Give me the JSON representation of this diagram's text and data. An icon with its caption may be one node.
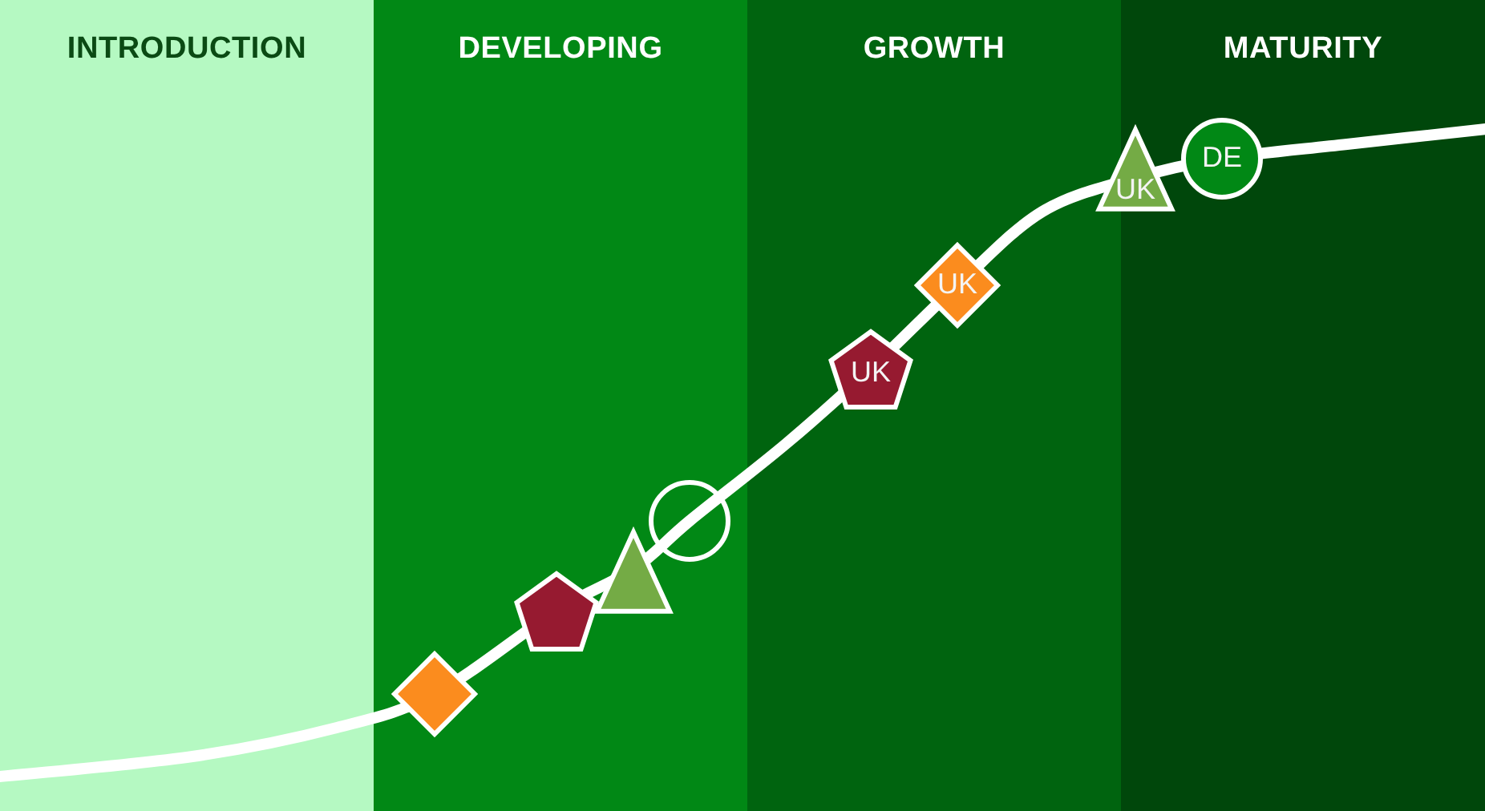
{
  "diagram": {
    "nodes": [
      {
        "text": [
          "INTRODUCTION"
        ]
      },
      {
        "text": [
          "DEVELOPING"
        ]
      },
      {
        "text": [
          "GROWTH"
        ]
      },
      {
        "text": [
          "MATURITY"
        ]
      },
      {
        "text": [],
        "shape": "diamond",
        "in": 1
      },
      {
        "text": [],
        "shape": "pentagon",
        "in": 1
      },
      {
        "text": [],
        "shape": "triangle",
        "in": 1
      },
      {
        "text": [],
        "shape": "circle",
        "in": 1
      },
      {
        "text": [
          "UK"
        ],
        "in": 2
      },
      {
        "text": [
          "UK"
        ],
        "in": 2
      },
      {
        "text": [
          "UK"
        ]
      },
      {
        "text": [
          "DE"
        ],
        "in": 3
      }
    ]
  }
}
